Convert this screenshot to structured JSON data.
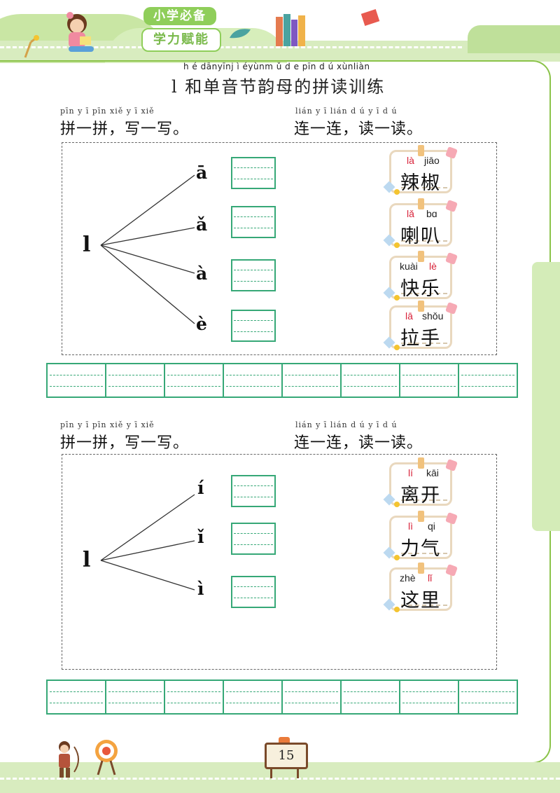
{
  "header": {
    "badge_top": "小学必备",
    "badge_bottom": "学力赋能",
    "title_pinyin": "h é dānyīnj ì éyùnm ǔ d e pīn d ú xùnliàn",
    "title": "l 和单音节韵母的拼读训练"
  },
  "sections": [
    {
      "left_instruction": {
        "pinyin": "pīn y ī pīn   xiě y ī xiě",
        "text": "拼一拼，写一写。"
      },
      "right_instruction": {
        "pinyin": "lián y ī lián   d ú y ī d ú",
        "text": "连一连，读一读。"
      },
      "consonant": "l",
      "vowels": [
        "ā",
        "ǎ",
        "à",
        "è"
      ],
      "cards": [
        {
          "pinyin": [
            "là",
            "jiāo"
          ],
          "hanzi": "辣椒"
        },
        {
          "pinyin": [
            "lǎ",
            "bɑ"
          ],
          "hanzi": "喇叭"
        },
        {
          "pinyin": [
            "kuài",
            "lè"
          ],
          "hanzi": "快乐"
        },
        {
          "pinyin": [
            "lā",
            "shǒu"
          ],
          "hanzi": "拉手"
        }
      ]
    },
    {
      "left_instruction": {
        "pinyin": "pīn y ī pīn   xiě y ī xiě",
        "text": "拼一拼，写一写。"
      },
      "right_instruction": {
        "pinyin": "lián y ī lián   d ú y ī d ú",
        "text": "连一连，读一读。"
      },
      "consonant": "l",
      "vowels": [
        "í",
        "ǐ",
        "ì"
      ],
      "cards": [
        {
          "pinyin": [
            "lí",
            "kāi"
          ],
          "hanzi": "离开"
        },
        {
          "pinyin": [
            "lì",
            "qi"
          ],
          "hanzi": "力气"
        },
        {
          "pinyin": [
            "zhè",
            "lǐ"
          ],
          "hanzi": "这里"
        }
      ]
    }
  ],
  "footer": {
    "page_number": "15"
  },
  "colors": {
    "grid_green": "#36a877",
    "pinyin_red": "#d8233a",
    "band_green": "#d8ecbf"
  }
}
